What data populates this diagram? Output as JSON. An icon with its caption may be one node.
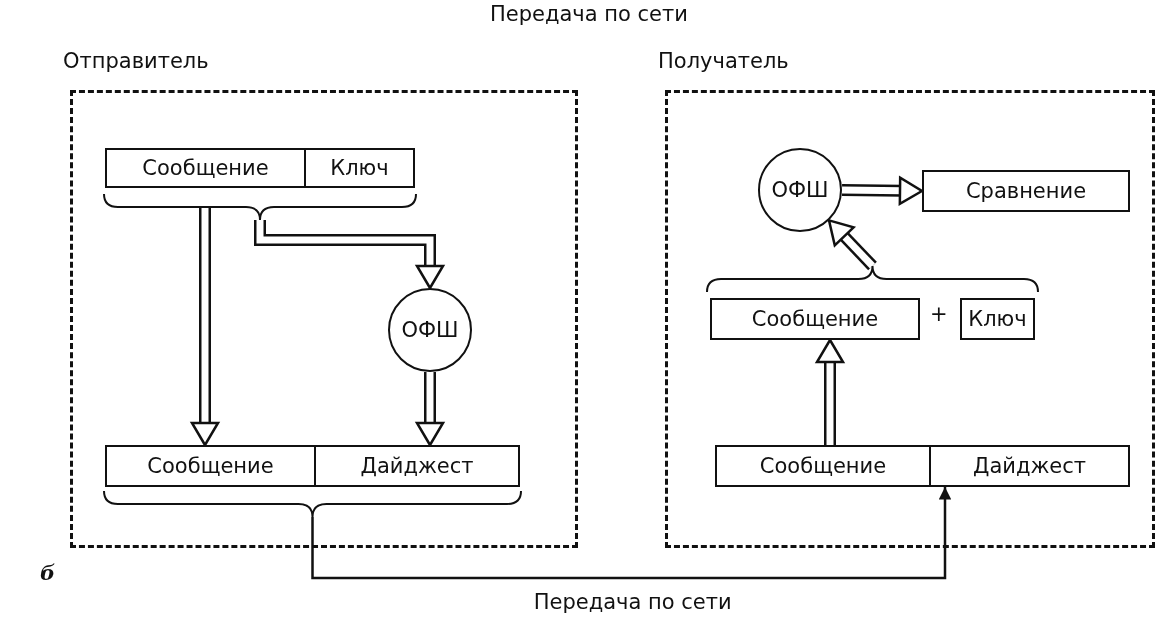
{
  "diagram": {
    "nodes": [
      {
        "text": [
          "Отправитель"
        ]
      },
      {
        "text": [
          "Сообщение"
        ],
        "in": 0
      },
      {
        "text": [
          "Ключ"
        ],
        "in": 0
      },
      {
        "text": [
          "ОФШ"
        ],
        "in": 0
      },
      {
        "text": [
          "Сообщение"
        ],
        "in": 0
      },
      {
        "text": [
          "Дайджест"
        ],
        "in": 0
      },
      {
        "text": [
          "Получатель"
        ]
      },
      {
        "text": [
          "ОФШ"
        ],
        "in": 6
      },
      {
        "text": [
          "Сравнение"
        ],
        "in": 6
      },
      {
        "text": [
          "Сообщение"
        ],
        "in": 6
      },
      {
        "text": [
          "Ключ"
        ],
        "in": 6
      },
      {
        "text": [
          "Сообщение"
        ],
        "in": 6
      },
      {
        "text": [
          "Дайджест"
        ],
        "in": 6
      },
      {
        "text": [],
        "shape": "brace",
        "in": 0
      },
      {
        "text": [],
        "shape": "brace",
        "in": 0
      },
      {
        "text": [],
        "shape": "brace",
        "in": 6
      }
    ],
    "edges": [
      {
        "from": 13,
        "to": 4,
        "arrow": "to"
      },
      {
        "from": 13,
        "to": 3,
        "arrow": "to"
      },
      {
        "from": 3,
        "to": 5,
        "arrow": "to"
      },
      {
        "from": 14,
        "to": 12,
        "arrow": "to",
        "label": "Передача по сети"
      },
      {
        "from": 11,
        "to": 9,
        "arrow": "to"
      },
      {
        "from": 15,
        "to": 7,
        "arrow": "to"
      },
      {
        "from": 7,
        "to": 8,
        "arrow": "to"
      }
    ],
    "labels": [
      "Передача по сети",
      "+",
      "б"
    ]
  }
}
